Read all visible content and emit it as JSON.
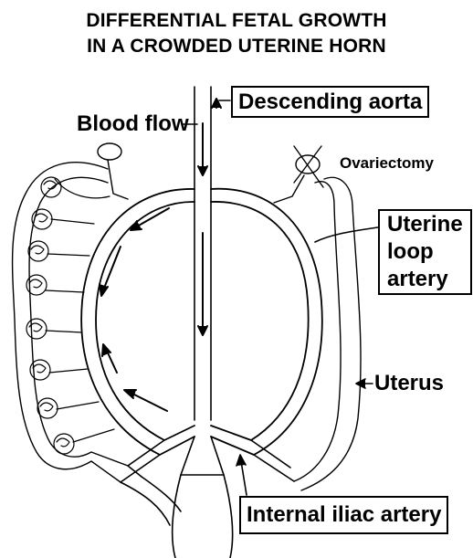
{
  "title": {
    "line1": "DIFFERENTIAL FETAL GROWTH",
    "line2": "IN A CROWDED UTERINE HORN"
  },
  "labels": {
    "descending_aorta": "Descending aorta",
    "blood_flow": "Blood flow",
    "ovariectomy": "Ovariectomy",
    "uterine_loop_artery": [
      "Uterine",
      "loop",
      "artery"
    ],
    "uterus": "Uterus",
    "internal_iliac_artery": "Internal iliac artery"
  },
  "fetuses": {
    "count": 8
  },
  "colors": {
    "ink": "#000000",
    "background": "#ffffff"
  }
}
